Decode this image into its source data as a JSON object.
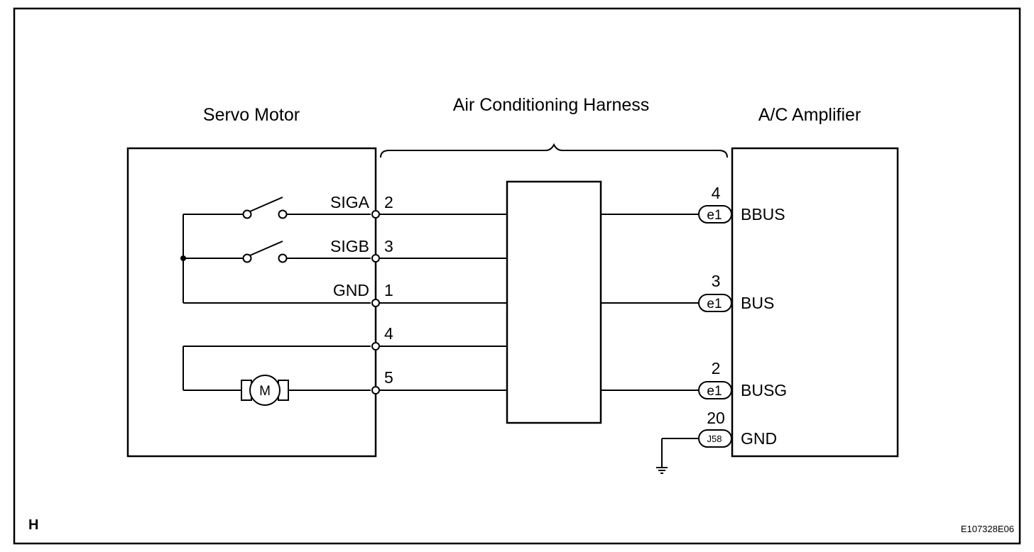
{
  "servo_motor": {
    "title": "Servo Motor",
    "terminals": [
      {
        "name": "SIGA",
        "pin": "2"
      },
      {
        "name": "SIGB",
        "pin": "3"
      },
      {
        "name": "GND",
        "pin": "1"
      },
      {
        "name": "",
        "pin": "4"
      },
      {
        "name": "",
        "pin": "5"
      }
    ],
    "motor_symbol": "M"
  },
  "harness": {
    "title": "Air Conditioning Harness"
  },
  "amplifier": {
    "title": "A/C Amplifier",
    "terminals": [
      {
        "name": "BBUS",
        "pin": "4",
        "connector": "e1"
      },
      {
        "name": "BUS",
        "pin": "3",
        "connector": "e1"
      },
      {
        "name": "BUSG",
        "pin": "2",
        "connector": "e1"
      },
      {
        "name": "GND",
        "pin": "20",
        "connector": "J58"
      }
    ]
  },
  "footer": {
    "corner_letter": "H",
    "figure_id": "E107328E06"
  }
}
